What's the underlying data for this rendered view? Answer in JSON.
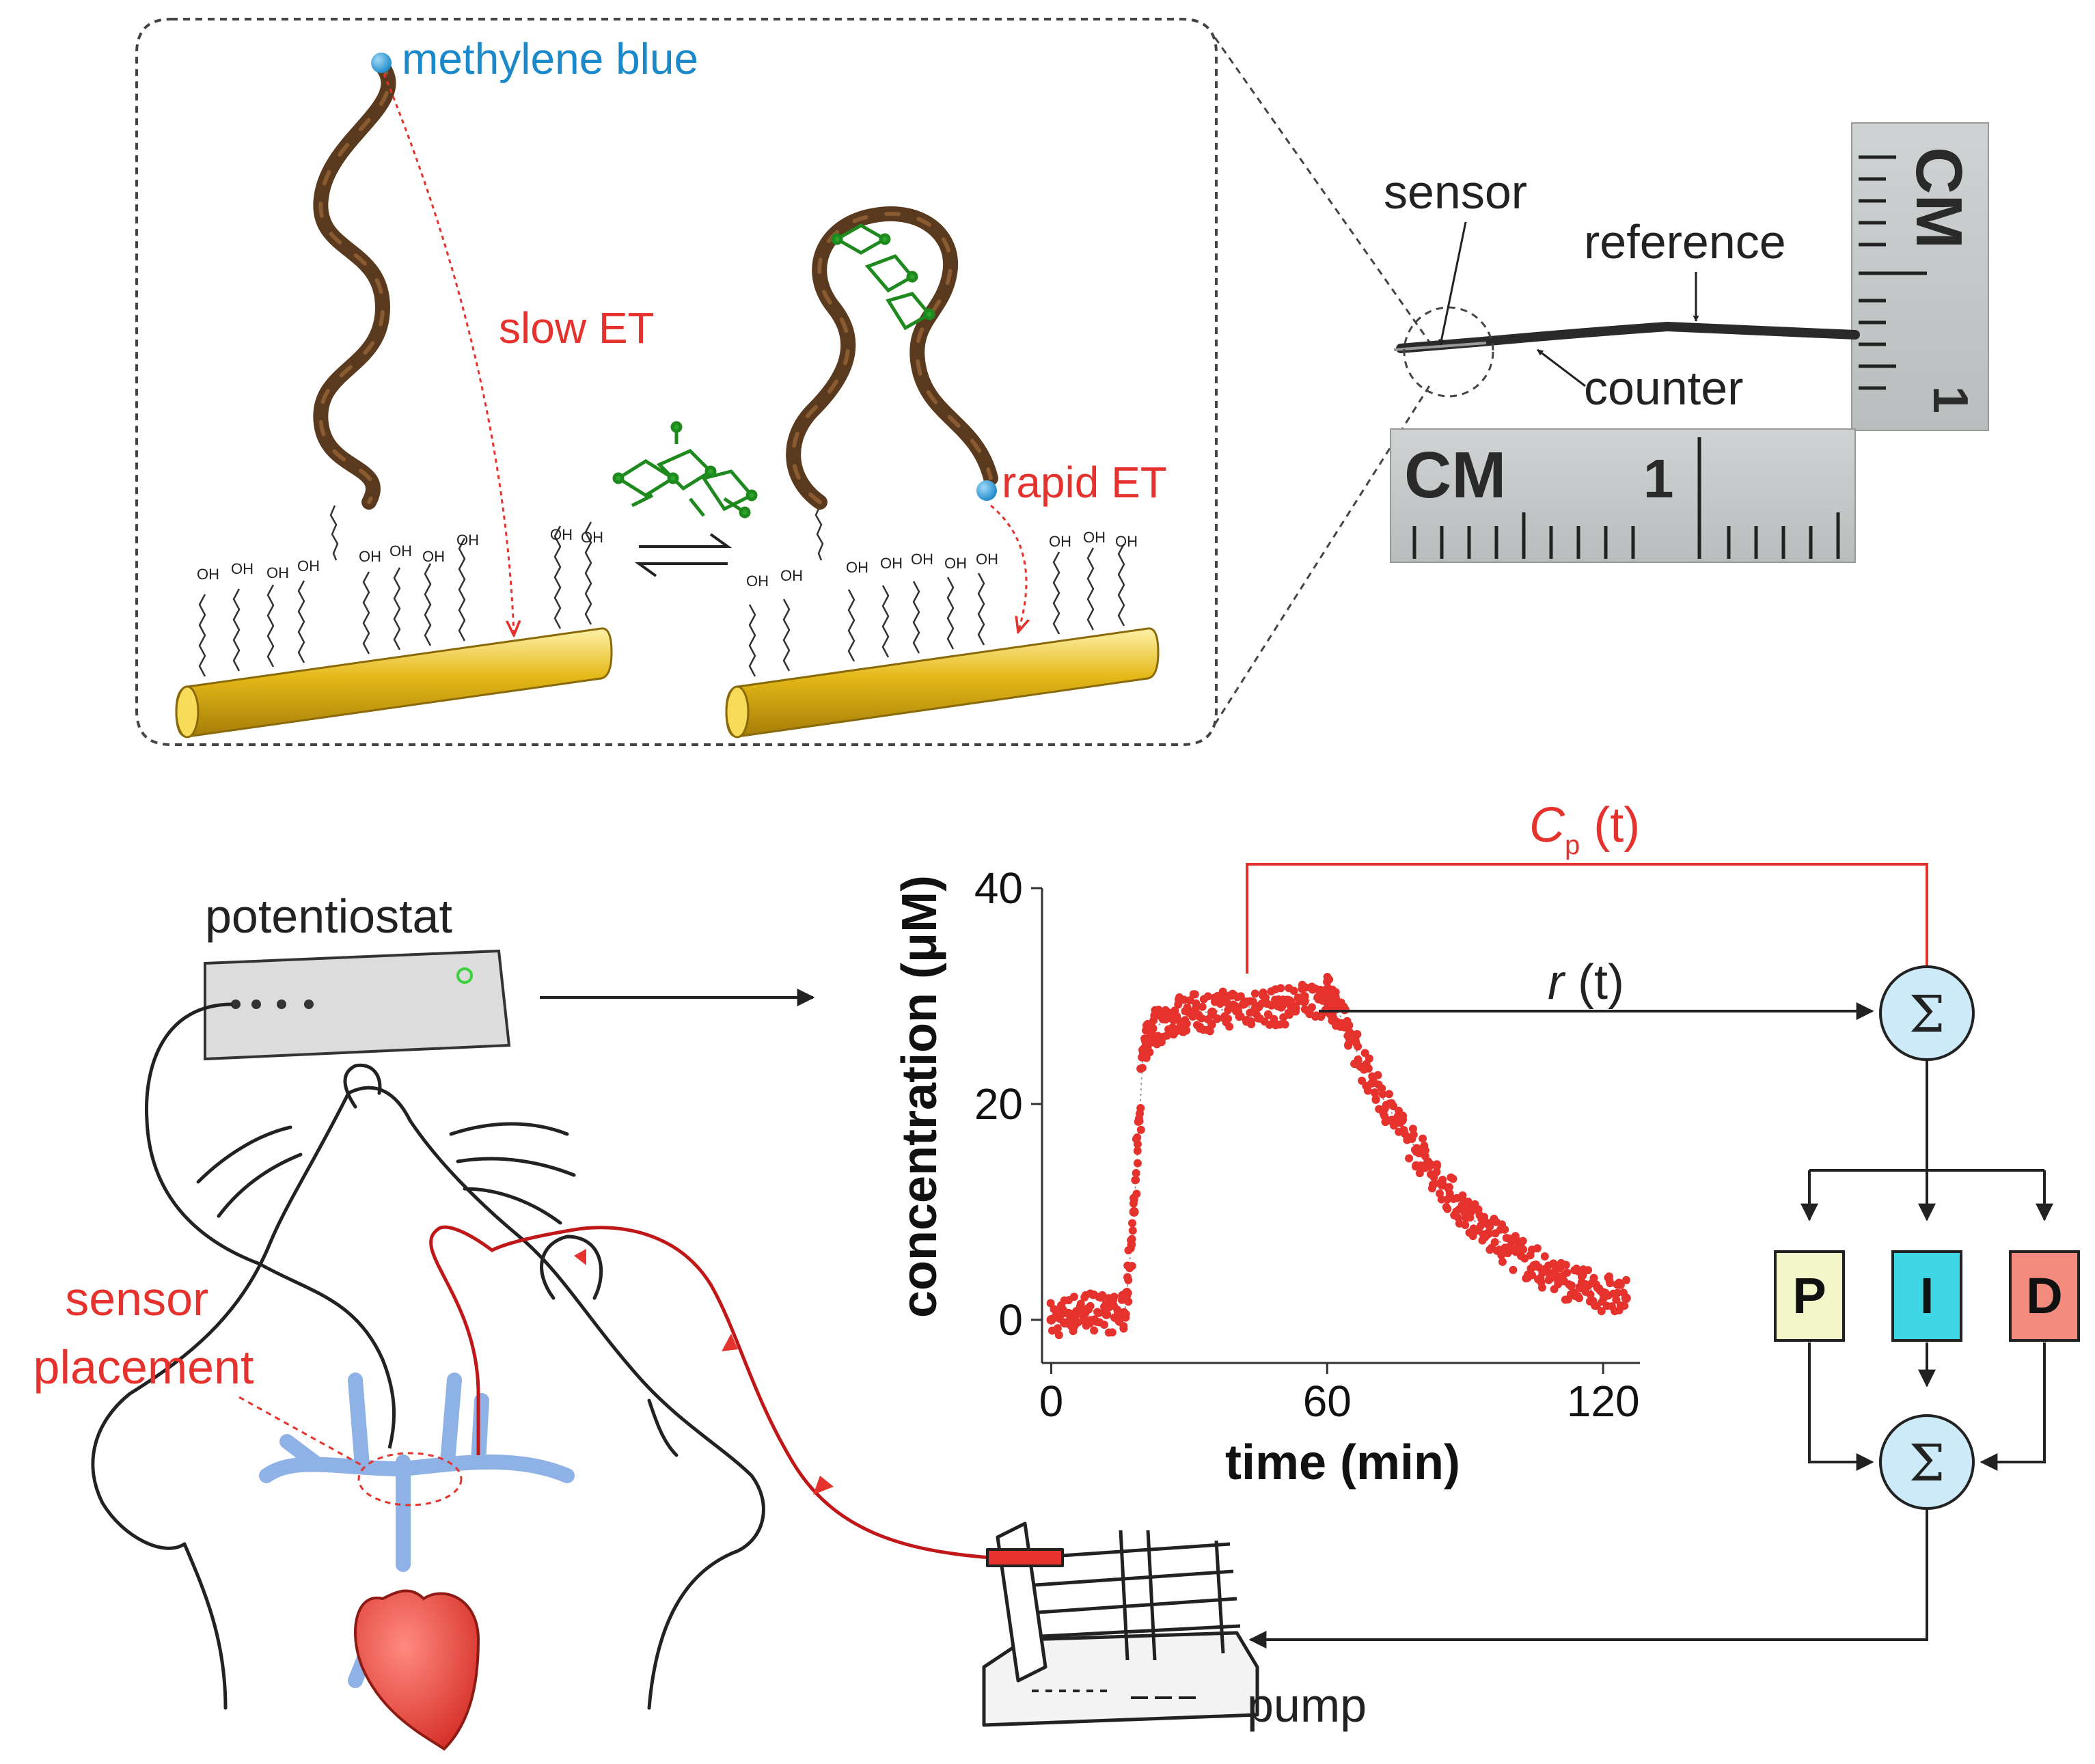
{
  "inset": {
    "methylene_blue": "methylene blue",
    "slow_et": "slow ET",
    "rapid_et": "rapid ET",
    "oh": "OH"
  },
  "probe": {
    "sensor": "sensor",
    "reference": "reference",
    "counter": "counter",
    "ruler_unit": "CM",
    "ruler_mark": "1"
  },
  "setup": {
    "potentiostat": "potentiostat",
    "sensor_placement_line1": "sensor",
    "sensor_placement_line2": "placement",
    "pump": "pump"
  },
  "control": {
    "cp_symbol": "C",
    "cp_subscript": "p",
    "cp_arg": " (t)",
    "r_symbol": "r",
    "r_arg": " (t)",
    "sum_symbol": "Σ",
    "p": "P",
    "i": "I",
    "d": "D"
  },
  "colors": {
    "red": "#e5322d",
    "blue_label": "#1a88c9",
    "gold": "#e4b817",
    "sum_fill": "#cdeaf9",
    "p_fill": "#f3f6c8",
    "i_fill": "#3fd6e6",
    "d_fill": "#f28b7d",
    "dna": "#5a3a1e",
    "vessel": "#8fb2e6"
  },
  "chart_data": {
    "type": "scatter",
    "xlabel": "time (min)",
    "ylabel": "concentration (μM)",
    "xlim": [
      -2,
      128
    ],
    "ylim": [
      -4,
      40
    ],
    "xticks": [
      "0",
      "60",
      "120"
    ],
    "yticks": [
      "0",
      "20",
      "40"
    ],
    "series": [
      {
        "x": [
          0,
          4,
          8,
          12,
          16,
          18,
          20,
          22,
          26,
          30,
          35,
          40,
          45,
          50,
          55,
          60,
          62,
          65,
          70,
          75,
          80,
          85,
          90,
          95,
          100,
          105,
          110,
          115,
          120,
          125
        ],
        "y": [
          0,
          0.5,
          1,
          0.5,
          0.5,
          10,
          25,
          27,
          28,
          28.5,
          28.5,
          29,
          29,
          29,
          29.5,
          30,
          29,
          26,
          22,
          18.5,
          15.5,
          12.5,
          10,
          8,
          6.5,
          5,
          4,
          3,
          2.5,
          2
        ]
      }
    ]
  }
}
